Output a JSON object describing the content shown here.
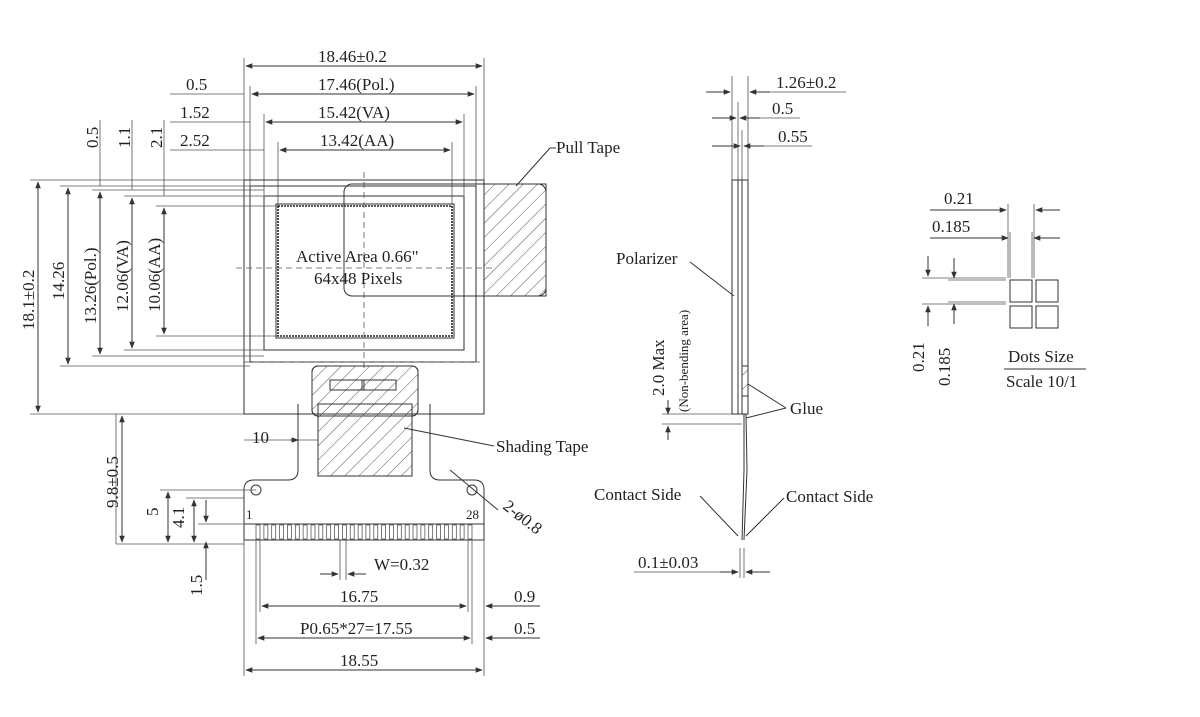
{
  "front_view": {
    "widths": {
      "outline": "18.46±0.2",
      "pol": "17.46(Pol.)",
      "va": "15.42(VA)",
      "aa": "13.42(AA)",
      "pol_offset": "0.5",
      "va_offset": "1.52",
      "aa_offset": "2.52"
    },
    "heights": {
      "outline": "18.1±0.2",
      "pol_total": "14.26",
      "pol": "13.26(Pol.)",
      "va": "12.06(VA)",
      "aa": "10.06(AA)",
      "pol_offset": "0.5",
      "va_offset": "1.1",
      "aa_offset": "2.1"
    },
    "active_area": [
      "Active Area 0.66\"",
      "64x48 Pixels"
    ],
    "pull_tape": "Pull Tape",
    "shading_tape": "Shading Tape"
  },
  "fpc": {
    "neck_width": "10",
    "tail_length": "9.8±0.5",
    "dim_5": "5",
    "dim_4_1": "4.1",
    "dim_1_5": "1.5",
    "pin_first": "1",
    "pin_last": "28",
    "holes": "2-ø0.8",
    "pin_width": "W=0.32",
    "pin_span": "16.75",
    "edge_09": "0.9",
    "pitch": "P0.65*27=17.55",
    "edge_05": "0.5",
    "fpc_width": "18.55"
  },
  "side_view": {
    "thickness": "1.26±0.2",
    "dim_05": "0.5",
    "dim_055": "0.55",
    "polarizer": "Polarizer",
    "bend_max": "2.0 Max",
    "bend_note": "(Non-bending area)",
    "glue": "Glue",
    "contact_left": "Contact Side",
    "contact_right": "Contact Side",
    "fpc_thickness": "0.1±0.03"
  },
  "dots": {
    "width": "0.21",
    "width_inner": "0.185",
    "height": "0.21",
    "height_inner": "0.185",
    "title": "Dots Size",
    "scale": "Scale 10/1"
  }
}
